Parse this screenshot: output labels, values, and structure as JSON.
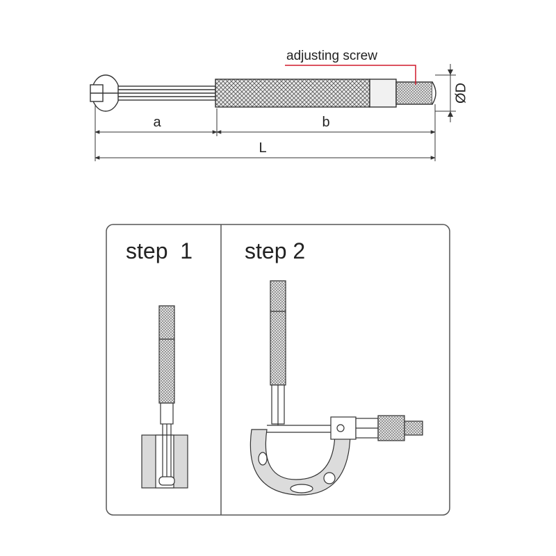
{
  "top_drawing": {
    "callout_label": "adjusting screw",
    "diameter_label": "ØD",
    "dim_a": "a",
    "dim_b": "b",
    "dim_L": "L"
  },
  "steps": [
    {
      "label": "step  1"
    },
    {
      "label": "step 2"
    }
  ],
  "colors": {
    "line": "#3a3a3a",
    "callout_leader": "#d0182a",
    "panel_border": "#555555",
    "knurl_bg": "#e9e9e9"
  }
}
